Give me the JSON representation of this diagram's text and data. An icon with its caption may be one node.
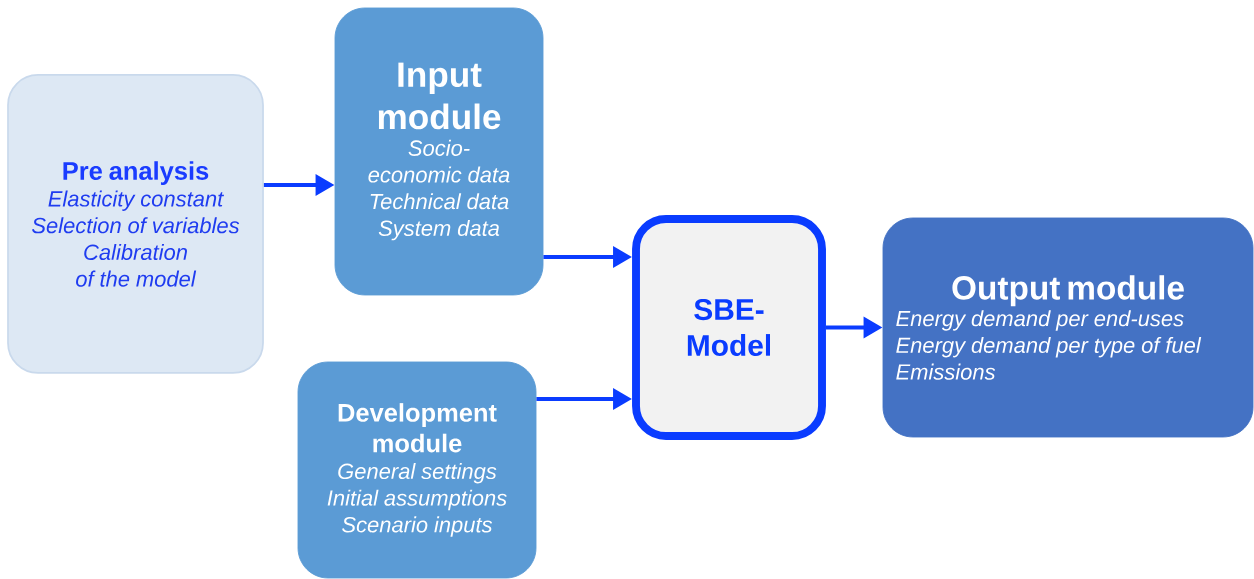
{
  "diagram": {
    "nodes": [
      {
        "text": [
          "Pre analysis",
          "Elasticity constant",
          "Selection of variables",
          "Calibration of the model"
        ]
      },
      {
        "text": [
          "Input module",
          "Socio-economic data",
          "Technical data",
          "System data"
        ]
      },
      {
        "text": [
          "Development module",
          "General settings",
          "Initial assumptions",
          "Scenario inputs"
        ]
      },
      {
        "text": [
          "SBE-Model"
        ]
      },
      {
        "text": [
          "Output module",
          "Energy demand per end-uses",
          "Energy demand per type of fuel",
          "Emissions"
        ]
      }
    ],
    "edges": [
      {
        "from": 0,
        "to": 1,
        "arrow": "to"
      },
      {
        "from": 1,
        "to": 3,
        "arrow": "to"
      },
      {
        "from": 2,
        "to": 3,
        "arrow": "to"
      },
      {
        "from": 3,
        "to": 4,
        "arrow": "to"
      }
    ]
  }
}
